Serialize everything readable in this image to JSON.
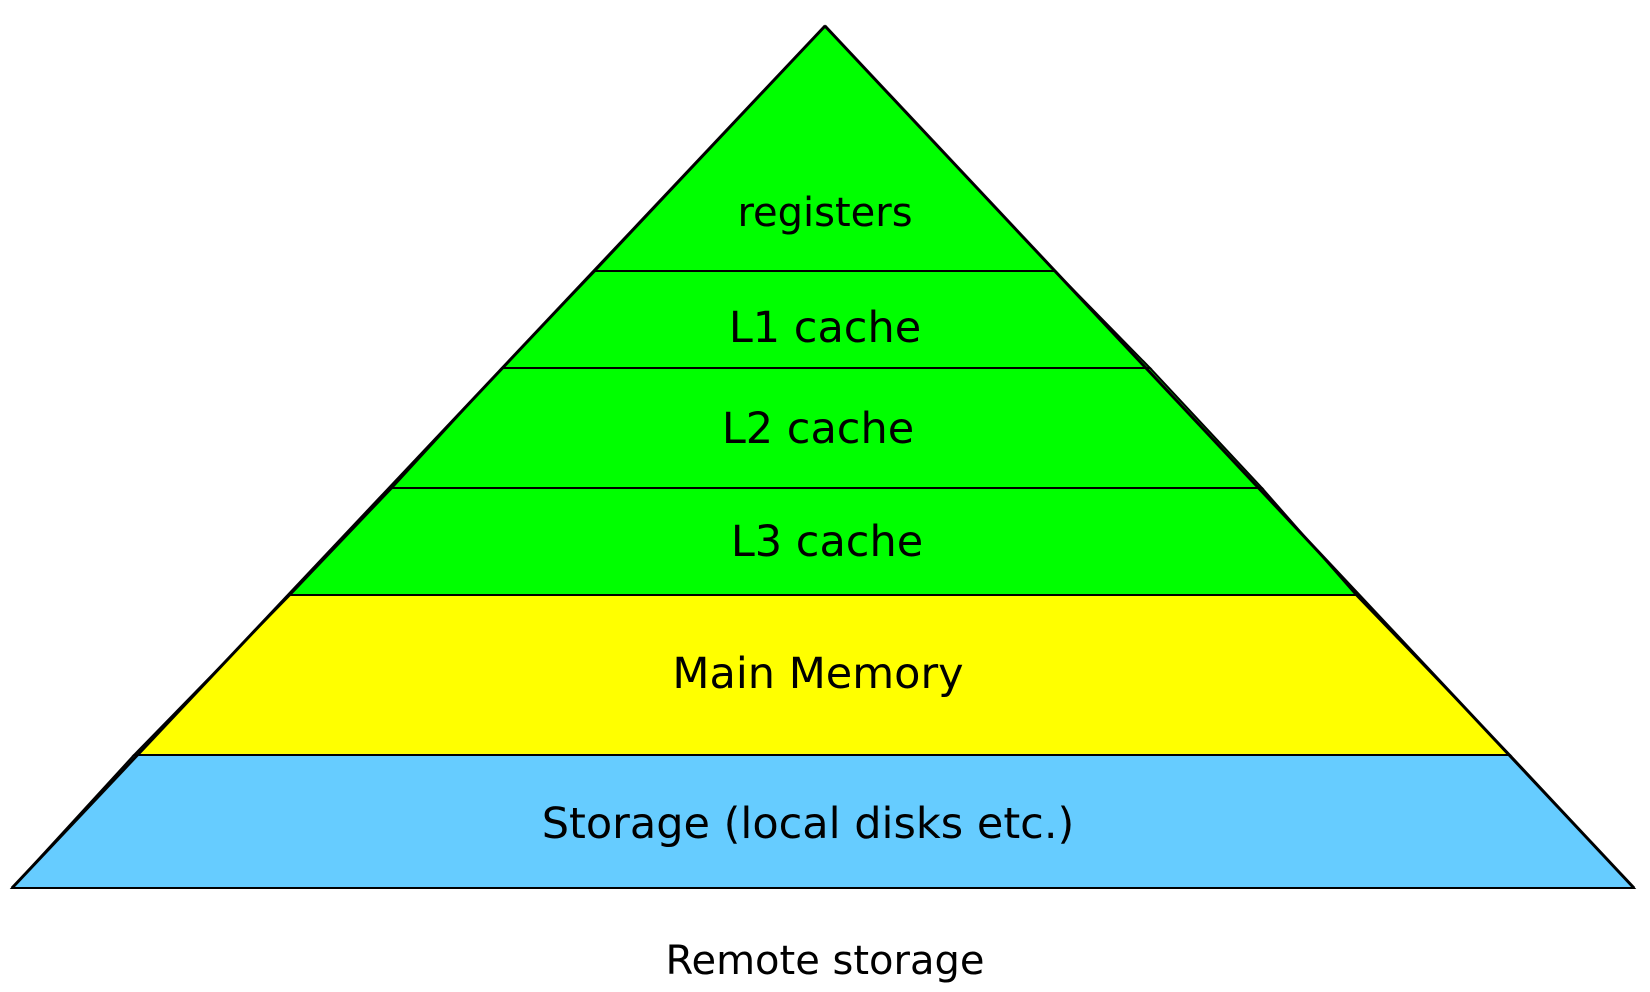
{
  "diagram": {
    "layers": [
      {
        "id": "registers",
        "label": "registers",
        "color": "#00ff00"
      },
      {
        "id": "l1",
        "label": "L1 cache",
        "color": "#00ff00"
      },
      {
        "id": "l2",
        "label": "L2 cache",
        "color": "#00ff00"
      },
      {
        "id": "l3",
        "label": "L3 cache",
        "color": "#00ff00"
      },
      {
        "id": "main-memory",
        "label": "Main Memory",
        "color": "#ffff00"
      },
      {
        "id": "storage",
        "label": "Storage (local disks etc.)",
        "color": "#66ccff"
      }
    ],
    "outline_color": "#000000"
  },
  "caption": "Remote storage"
}
